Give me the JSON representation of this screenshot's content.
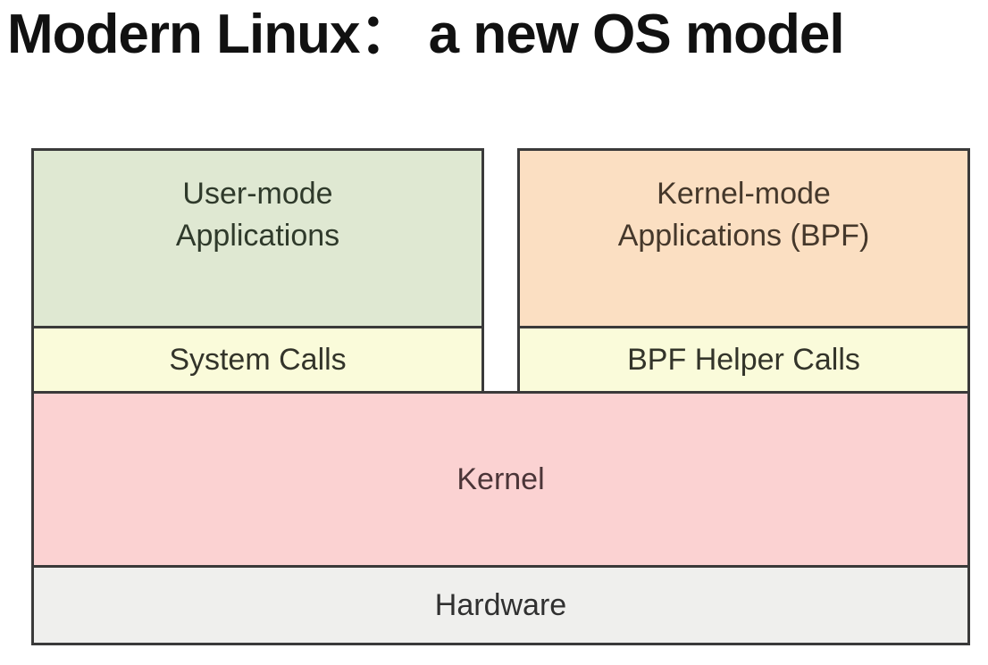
{
  "title": "Modern Linux： a new OS model",
  "diagram": {
    "user_mode_apps": {
      "label": "User-mode\nApplications",
      "bg": "#dfe8d2"
    },
    "system_calls": {
      "label": "System Calls",
      "bg": "#fafbda"
    },
    "kernel_mode_apps": {
      "label": "Kernel-mode\nApplications (BPF)",
      "bg": "#fbdfc2"
    },
    "bpf_helper_calls": {
      "label": "BPF Helper Calls",
      "bg": "#fafbda"
    },
    "kernel": {
      "label": "Kernel",
      "bg": "#fbd2d2"
    },
    "hardware": {
      "label": "Hardware",
      "bg": "#efefed"
    }
  },
  "colors": {
    "background": "#ffffff",
    "border": "#3a3a3a",
    "title_text": "#111111"
  }
}
